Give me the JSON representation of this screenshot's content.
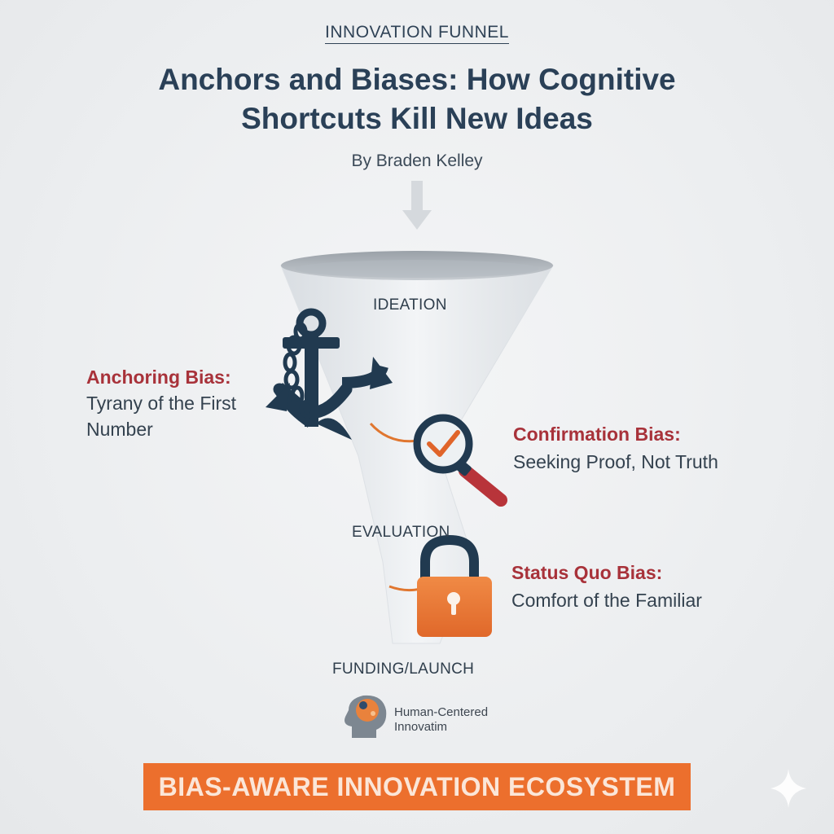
{
  "header": {
    "eyebrow": "INNOVATION FUNNEL",
    "title": "Anchors and Biases: How Cognitive Shortcuts Kill New Ideas",
    "byline": "By Braden Kelley"
  },
  "funnel": {
    "stages": [
      "IDEATION",
      "EVALUATION",
      "FUNDING/LAUNCH"
    ]
  },
  "biases": [
    {
      "title": "Anchoring Bias:",
      "subtitle_line1": "Tyrany of the First",
      "subtitle_line2": "Number",
      "icon": "anchor-icon",
      "color": "#a8323a"
    },
    {
      "title": "Confirmation Bias:",
      "subtitle_line1": "Seeking Proof, Not Truth",
      "icon": "magnifier-check-icon",
      "color": "#a8323a"
    },
    {
      "title": "Status Quo Bias:",
      "subtitle_line1": "Comfort of the Familiar",
      "icon": "padlock-icon",
      "color": "#a8323a"
    }
  ],
  "logo": {
    "line1": "Human-Centered",
    "line2": "Innovatim",
    "icon": "brain-gear-head-icon"
  },
  "banner": {
    "text": "BIAS-AWARE INNOVATION ECOSYSTEM"
  },
  "colors": {
    "navy": "#213a50",
    "accent_orange": "#ec6f2d",
    "bias_red": "#a8323a"
  }
}
